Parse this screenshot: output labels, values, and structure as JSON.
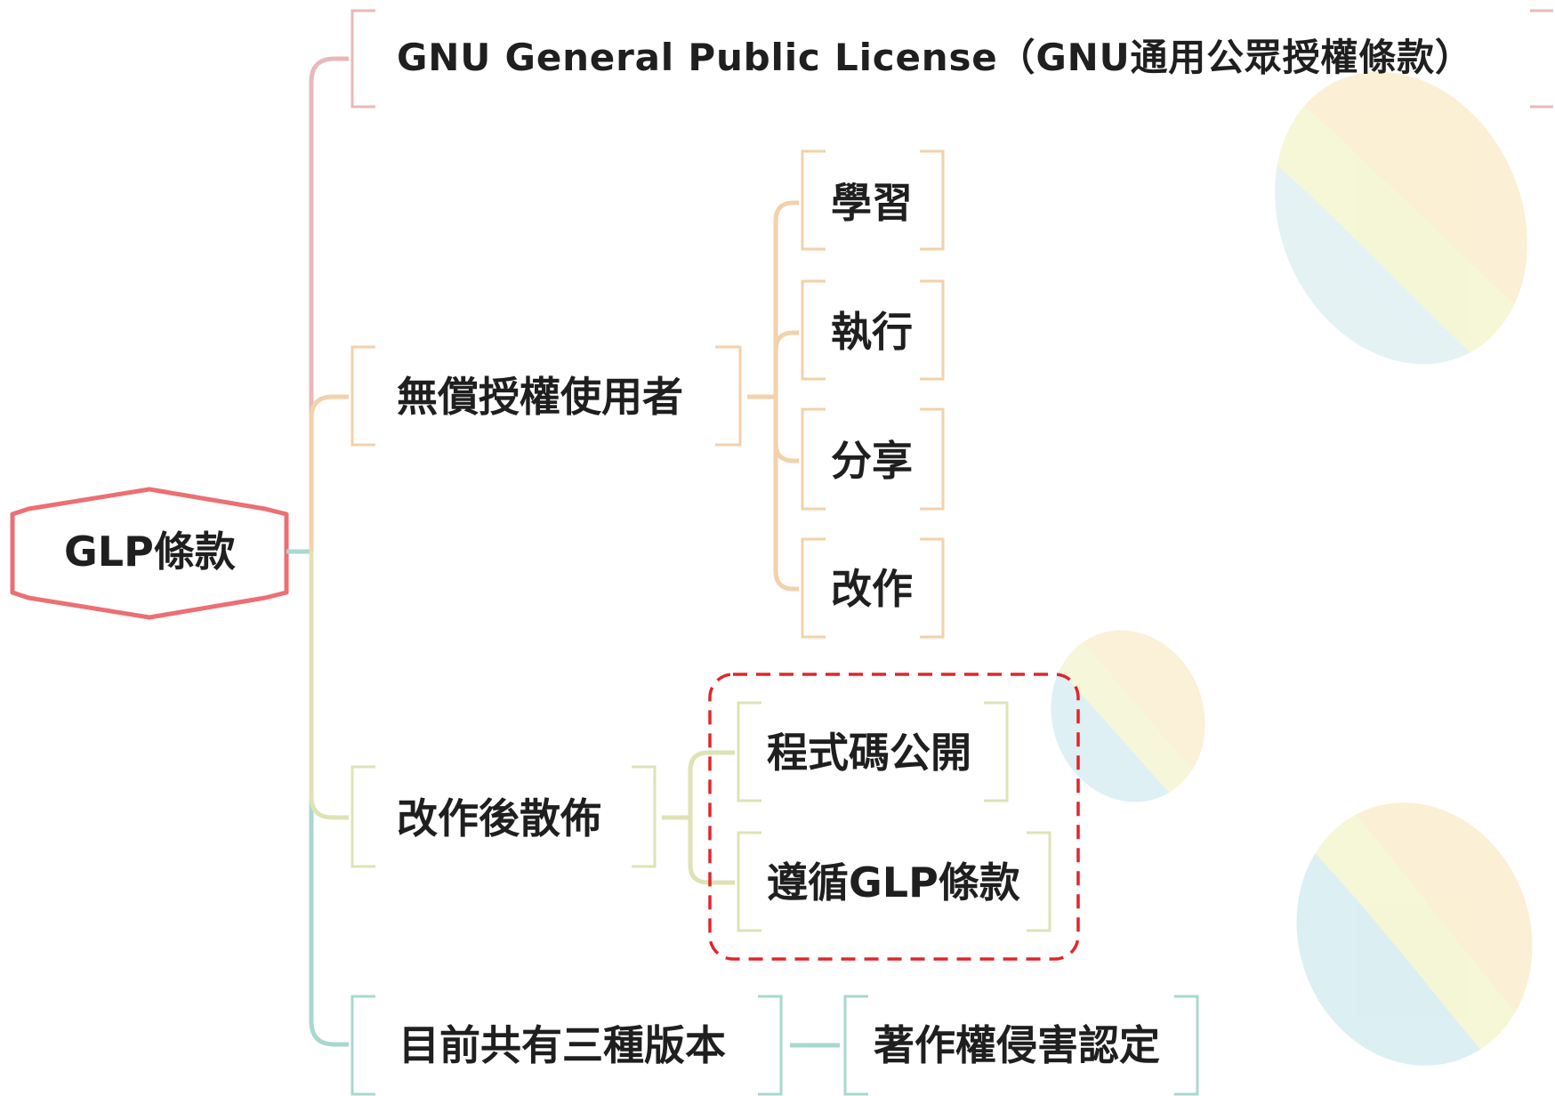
{
  "root": {
    "label": "GLP條款"
  },
  "branches": [
    {
      "id": "license",
      "label": "GNU General Public License（GNU通用公眾授權條款）",
      "color": "#e8b9b9",
      "children": []
    },
    {
      "id": "free-use",
      "label": "無償授權使用者",
      "color": "#f3d1aa",
      "children": [
        {
          "label": "學習"
        },
        {
          "label": "執行"
        },
        {
          "label": "分享"
        },
        {
          "label": "改作"
        }
      ]
    },
    {
      "id": "redistribute",
      "label": "改作後散佈",
      "color": "#dfe3b4",
      "children": [
        {
          "label": "程式碼公開"
        },
        {
          "label": "遵循GLP條款"
        }
      ]
    },
    {
      "id": "versions",
      "label": "目前共有三種版本",
      "color": "#a8d8cf",
      "children": [
        {
          "label": "著作權侵害認定"
        }
      ]
    }
  ],
  "colors": {
    "root_border": "#ec6f73",
    "highlight_dash": "#e0262b",
    "text": "#1f1f1f"
  }
}
